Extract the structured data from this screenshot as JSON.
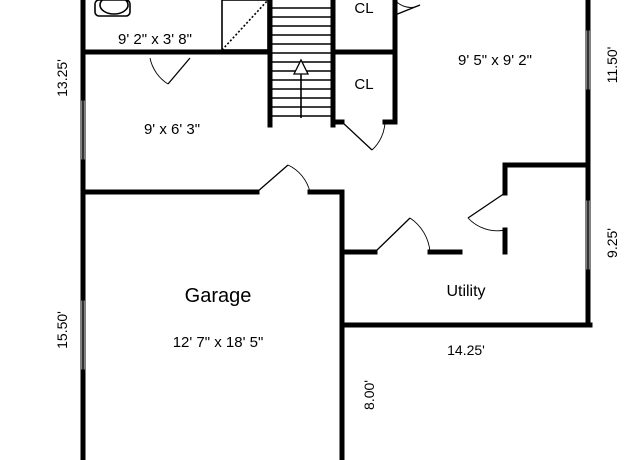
{
  "rooms": {
    "bath_dims": "9' 2\" x 3' 8\"",
    "closet_top": "CL",
    "closet_mid": "CL",
    "family_dims": "9' 5\" x 9' 2\"",
    "hall_dims": "9' x 6' 3\"",
    "garage_name": "Garage",
    "garage_dims": "12' 7\" x 18' 5\"",
    "utility_name": "Utility"
  },
  "dimensions": {
    "left_upper": "13.25'",
    "left_lower": "15.50'",
    "right_upper": "11.50'",
    "right_lower": "9.25'",
    "utility_width": "14.25'",
    "garage_inner": "8.00'"
  }
}
